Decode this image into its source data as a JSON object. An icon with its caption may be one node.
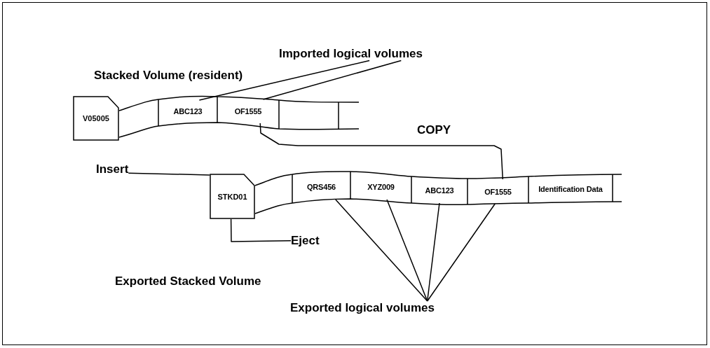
{
  "diagram": {
    "nodes": [
      {
        "text": [
          "V05005"
        ],
        "beside": [
          "Stacked Volume (resident)"
        ]
      },
      {
        "text": [
          "ABC123"
        ]
      },
      {
        "text": [
          "OF1555"
        ]
      },
      {
        "text": [
          "Imported logical volumes"
        ]
      },
      {
        "text": [
          "STKD01"
        ]
      },
      {
        "text": [
          "QRS456"
        ]
      },
      {
        "text": [
          "XYZ009"
        ]
      },
      {
        "text": [
          "ABC123"
        ]
      },
      {
        "text": [
          "OF1555"
        ]
      },
      {
        "text": [
          "Identification Data"
        ]
      },
      {
        "text": [
          "Exported logical volumes"
        ]
      },
      {
        "text": [
          "Insert"
        ]
      },
      {
        "text": [
          "Eject"
        ]
      }
    ],
    "edges": [
      {
        "from": 3,
        "to": 1,
        "arrow": "none"
      },
      {
        "from": 3,
        "to": 2,
        "arrow": "none"
      },
      {
        "from": 2,
        "to": 8,
        "arrow": "none",
        "label": "COPY"
      },
      {
        "from": 11,
        "to": 4,
        "arrow": "none"
      },
      {
        "from": 4,
        "to": 12,
        "arrow": "none"
      },
      {
        "from": 10,
        "to": 5,
        "arrow": "none"
      },
      {
        "from": 10,
        "to": 6,
        "arrow": "none"
      },
      {
        "from": 10,
        "to": 7,
        "arrow": "none"
      },
      {
        "from": 10,
        "to": 8,
        "arrow": "none"
      }
    ],
    "labels": [
      "Exported Stacked Volume"
    ]
  }
}
